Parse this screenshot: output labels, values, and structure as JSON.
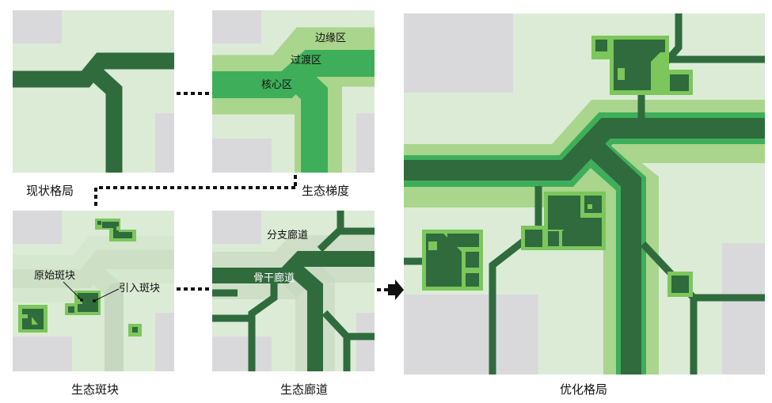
{
  "colors": {
    "background": "#dcebd6",
    "building": "#d9d9dc",
    "core": "#2f6b3d",
    "transition": "#3fae5a",
    "edge": "#a9d58d",
    "patch_light": "#7cc65b",
    "grey_band": "#c7d8c0"
  },
  "panels": {
    "current": {
      "title": "现状格局"
    },
    "gradient": {
      "title": "生态梯度",
      "labels": {
        "edge": "边缘区",
        "transition": "过渡区",
        "core": "核心区"
      }
    },
    "patches": {
      "title": "生态斑块",
      "labels": {
        "original": "原始斑块",
        "introduced": "引入斑块"
      }
    },
    "corridors": {
      "title": "生态廊道",
      "labels": {
        "branch": "分支廊道",
        "trunk": "骨干廊道"
      }
    },
    "optimized": {
      "title": "优化格局"
    }
  },
  "icons": {
    "flow_arrow": "arrow-right-icon"
  }
}
